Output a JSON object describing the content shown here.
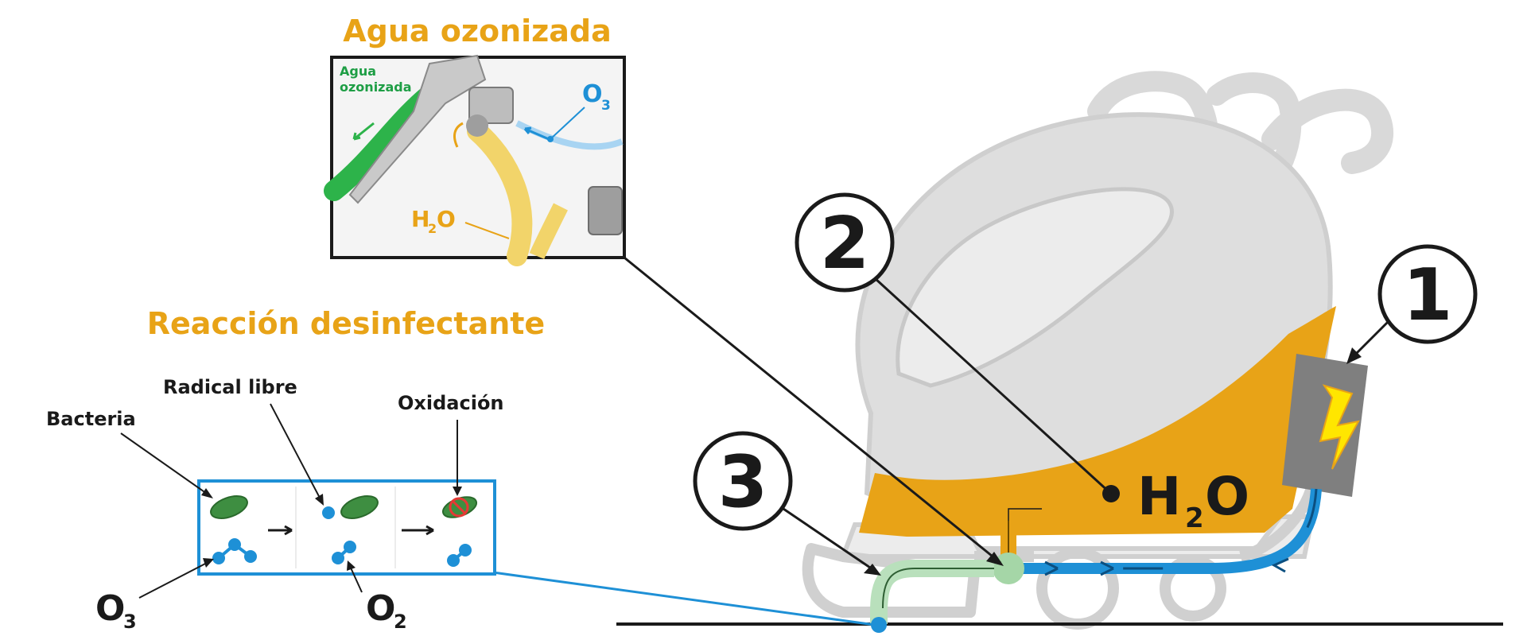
{
  "inset": {
    "title": "Agua ozonizada",
    "green_label_line1": "Agua",
    "green_label_line2": "ozonizada",
    "o3_label": "O",
    "o3_sub": "3",
    "h2o_label_h": "H",
    "h2o_label_sub": "2",
    "h2o_label_o": "O"
  },
  "reaction": {
    "title": "Reacción desinfectante",
    "labels": {
      "bacteria": "Bacteria",
      "radical": "Radical libre",
      "oxidation": "Oxidación",
      "o3_main": "O",
      "o3_sub": "3",
      "o2_main": "O",
      "o2_sub": "2"
    }
  },
  "machine": {
    "tank_label_h": "H",
    "tank_label_sub": "2",
    "tank_label_o": "O",
    "callouts": [
      "1",
      "2",
      "3"
    ]
  },
  "colors": {
    "orange": "#E8A317",
    "blue": "#1E90D6",
    "green": "#2DB34A",
    "grey_body": "#D9D9D9",
    "grey_outline": "#BDBDBD",
    "dark": "#1a1a1a",
    "bolt": "#FFE600"
  }
}
